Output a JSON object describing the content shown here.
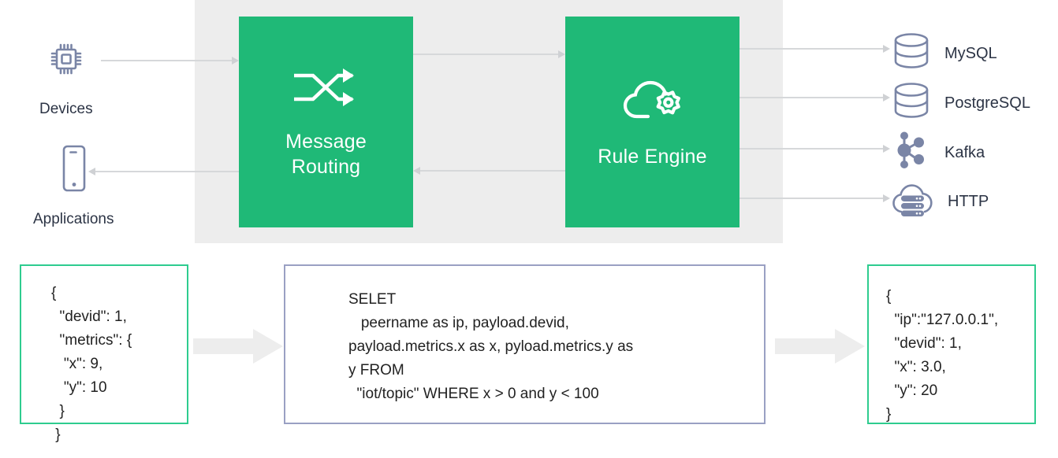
{
  "diagram": {
    "title": "EMQX message routing and rule engine data flow",
    "colors": {
      "process_green": "#1fb977",
      "backdrop_gray": "#ededed",
      "icon_slate": "#7a85a6",
      "connector_gray": "#d6d8da",
      "payload_border_green": "#2ecc8f",
      "payload_border_blue": "#9aa0c3",
      "block_arrow_gray": "#ededed",
      "text_dark": "#2c3445"
    }
  },
  "sources": [
    {
      "id": "devices",
      "label": "Devices",
      "icon": "microchip-icon"
    },
    {
      "id": "applications",
      "label": "Applications",
      "icon": "smartphone-icon"
    }
  ],
  "processes": [
    {
      "id": "message-routing",
      "label": "Message\nRouting",
      "label_line1": "Message",
      "label_line2": "Routing",
      "icon": "shuffle-arrows-icon"
    },
    {
      "id": "rule-engine",
      "label": "Rule Engine",
      "icon": "cloud-gear-icon"
    }
  ],
  "destinations": [
    {
      "id": "mysql",
      "label": "MySQL",
      "icon": "database-cylinder-icon"
    },
    {
      "id": "postgresql",
      "label": "PostgreSQL",
      "icon": "database-cylinder-icon"
    },
    {
      "id": "kafka",
      "label": "Kafka",
      "icon": "node-graph-icon"
    },
    {
      "id": "http",
      "label": "HTTP",
      "icon": "cloud-server-icon"
    }
  ],
  "payloads": {
    "input": {
      "id": "input-json",
      "border_color": "#2ecc8f",
      "text": "{\n  \"devid\": 1,\n  \"metrics\": {\n   \"x\": 9,\n   \"y\": 10\n  }\n }"
    },
    "sql": {
      "id": "rule-sql",
      "border_color": "#9aa0c3",
      "text": "SELET\n   peername as ip, payload.devid,\npayload.metrics.x as x, pyload.metrics.y as\ny FROM\n  \"iot/topic\" WHERE x > 0 and y < 100"
    },
    "output": {
      "id": "output-json",
      "border_color": "#2ecc8f",
      "text": "{\n  \"ip\":\"127.0.0.1\",\n  \"devid\": 1,\n  \"x\": 3.0,\n  \"y\": 20\n}"
    }
  },
  "flow_arrows": [
    {
      "id": "devices-to-routing",
      "from": "devices",
      "to": "message-routing",
      "direction": "right"
    },
    {
      "id": "routing-to-applications",
      "from": "message-routing",
      "to": "applications",
      "direction": "left"
    },
    {
      "id": "routing-to-rule-engine",
      "from": "message-routing",
      "to": "rule-engine",
      "direction": "right"
    },
    {
      "id": "rule-engine-to-routing",
      "from": "rule-engine",
      "to": "message-routing",
      "direction": "left"
    },
    {
      "id": "rule-engine-to-mysql",
      "from": "rule-engine",
      "to": "mysql",
      "direction": "right"
    },
    {
      "id": "rule-engine-to-postgresql",
      "from": "rule-engine",
      "to": "postgresql",
      "direction": "right"
    },
    {
      "id": "rule-engine-to-kafka",
      "from": "rule-engine",
      "to": "kafka",
      "direction": "right"
    },
    {
      "id": "rule-engine-to-http",
      "from": "rule-engine",
      "to": "http",
      "direction": "right"
    }
  ],
  "block_arrows": [
    {
      "id": "input-to-sql",
      "from": "input-json",
      "to": "rule-sql"
    },
    {
      "id": "sql-to-output",
      "from": "rule-sql",
      "to": "output-json"
    }
  ]
}
